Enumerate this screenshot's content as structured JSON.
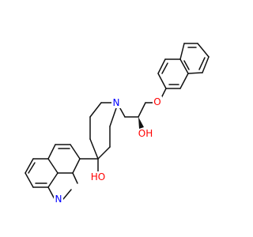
{
  "molecule": {
    "atoms": [
      {
        "id": "O_ether",
        "label": "O",
        "color": "#ff0000"
      },
      {
        "id": "O_hydroxy",
        "label": "OH",
        "color": "#ff0000"
      },
      {
        "id": "N_piperidine",
        "label": "N",
        "color": "#0000ff"
      },
      {
        "id": "O_tertiary",
        "label": "HO",
        "color": "#ff0000"
      },
      {
        "id": "N_quinoline",
        "label": "N",
        "color": "#0000ff"
      }
    ]
  }
}
